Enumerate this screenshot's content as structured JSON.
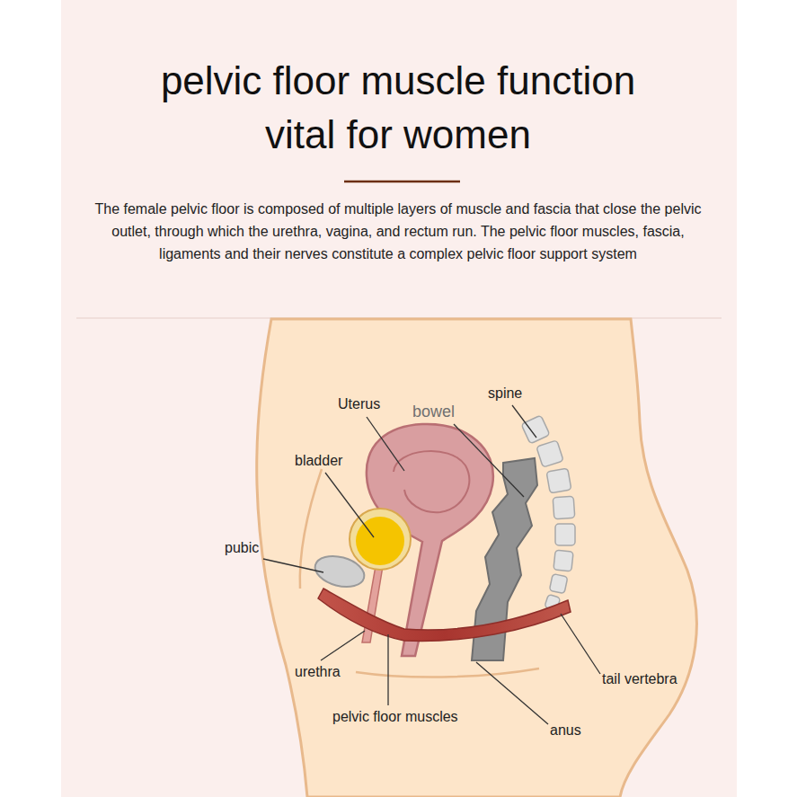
{
  "diagram": {
    "title": "pelvic floor muscle function vital for women",
    "labels": [
      "The female pelvic floor is composed of multiple layers of muscle and fascia that close the pelvic outlet, through which the urethra, vagina, and rectum run. The pelvic floor muscles, fascia, ligaments and their nerves constitute a complex pelvic floor support system",
      "Uterus",
      "bowel",
      "spine",
      "bladder",
      "pubic",
      "urethra",
      "pelvic floor muscles",
      "anus",
      "tail vertebra"
    ]
  }
}
